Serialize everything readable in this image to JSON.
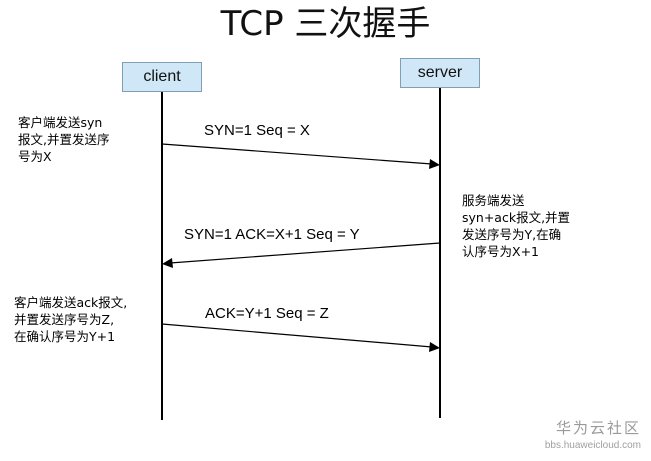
{
  "title": "TCP 三次握手",
  "participants": {
    "client": "client",
    "server": "server"
  },
  "messages": [
    {
      "from": "client",
      "to": "server",
      "label": "SYN=1  Seq = X"
    },
    {
      "from": "server",
      "to": "client",
      "label": "SYN=1  ACK=X+1 Seq = Y"
    },
    {
      "from": "client",
      "to": "server",
      "label": "ACK=Y+1 Seq = Z"
    }
  ],
  "notes": {
    "step1": [
      "客户端发送syn",
      "报文,并置发送序",
      "号为X"
    ],
    "step2": [
      "服务端发送",
      "syn+ack报文,并置",
      "发送序号为Y,在确",
      "认序号为X+1"
    ],
    "step3": [
      "客户端发送ack报文,",
      "并置发送序号为Z,",
      "在确认序号为Y+1"
    ]
  },
  "watermark": {
    "brand": "华为云社区",
    "site": "bbs.huaweicloud.com"
  }
}
